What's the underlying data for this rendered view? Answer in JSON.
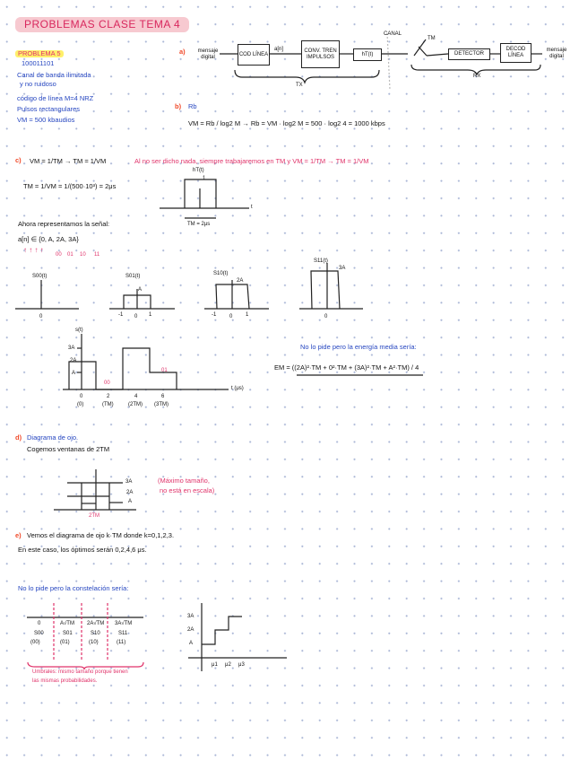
{
  "title": "PROBLEMAS CLASE TEMA 4",
  "problem": {
    "label": "PROBLEMA 5",
    "sequence": "100011101",
    "lines": [
      "Canal de banda ilimitada",
      "y no ruidoso",
      "código de línea M=4 NRZ",
      "Pulsos rectangulares",
      "VM = 500 kbaudios"
    ]
  },
  "a": {
    "label": "a)",
    "input": "mensaje digital",
    "cod": "COD LÍNEA",
    "an": "a[n]",
    "conv": "CONV. TREN IMPULSOS",
    "ht": "hT(t)",
    "canal": "CANAL",
    "tm": "TM",
    "detector": "DETECTOR",
    "decod": "DECOD LÍNEA",
    "output": "mensaje digital",
    "tx": "TX",
    "rx": "RX"
  },
  "b": {
    "label": "b)",
    "title": "Rb",
    "formula": "VM = Rb / log2 M  →  Rb = VM · log2 M = 500 · log2 4 = 1000 kbps"
  },
  "c": {
    "label": "c)",
    "formula1": "VM = 1/TM  →  TM = 1/VM",
    "note": "Al no ser dicho nada, siempre trabajaremos en TM y VM = 1/TM → TM = 1/VM",
    "formula2": "TM = 1/VM = 1/(500·10³) = 2μs",
    "pulse_label": "hT(t)",
    "pulse_height": "1",
    "pulse_axis": "t",
    "pulse_width": "TM = 2μs",
    "represent": "Ahora representamos la señal:",
    "alphabet": "a[n] ∈ {0, A, 2A, 3A}",
    "codes": [
      "00",
      "01",
      "10",
      "11"
    ],
    "symbols": [
      {
        "name": "S00(t)",
        "level": "",
        "ticks": [
          "0"
        ]
      },
      {
        "name": "S01(t)",
        "level": "A",
        "ticks": [
          "-1",
          "0",
          "1"
        ]
      },
      {
        "name": "S10(t)",
        "level": "2A",
        "ticks": [
          "-1",
          "0",
          "1"
        ]
      },
      {
        "name": "S11(t)",
        "level": "3A",
        "ticks": [
          "0"
        ]
      }
    ],
    "signal": {
      "ylabel": "s(t)",
      "levels": [
        "3A",
        "2A",
        "A"
      ],
      "xticks": [
        "0",
        "2",
        "4",
        "6"
      ],
      "xsub": [
        "(0)",
        "(TM)",
        "(2TM)",
        "(3TM)"
      ],
      "xlabel": "t (μs)",
      "marks": [
        "00",
        "01"
      ]
    },
    "energy_note": "No lo pide pero la energía media sería:",
    "energy": "EM = ((2A)²·TM + 0²·TM + (3A)²·TM + A²·TM) / 4"
  },
  "d": {
    "label": "d)",
    "title": "Diagrama de ojo.",
    "line": "Cogemos ventanas de 2TM",
    "levels": [
      "3A",
      "2A",
      "A"
    ],
    "width": "2TM",
    "note": [
      "(Máximo tamaño,",
      "no está en escala)"
    ]
  },
  "e": {
    "label": "e)",
    "line1": "Vemos el diagrama de ojo k·TM donde k=0,1,2,3.",
    "line2": "En este caso, los óptimos serán 0,2,4,6 μs."
  },
  "const": {
    "note": "No lo pide pero la constelación sería:",
    "points": [
      {
        "v": "0",
        "s": "S00",
        "c": "(00)"
      },
      {
        "v": "A√TM",
        "s": "S01",
        "c": "(01)"
      },
      {
        "v": "2A√TM",
        "s": "S10",
        "c": "(10)"
      },
      {
        "v": "3A√TM",
        "s": "S11",
        "c": "(11)"
      }
    ],
    "thresholds": [
      "Umbrales: mismo tamaño porque tienen",
      "las mismas probabilidades."
    ],
    "levels": [
      "3A",
      "2A",
      "A"
    ],
    "xticks": [
      "μ1",
      "μ2",
      "μ3"
    ]
  }
}
